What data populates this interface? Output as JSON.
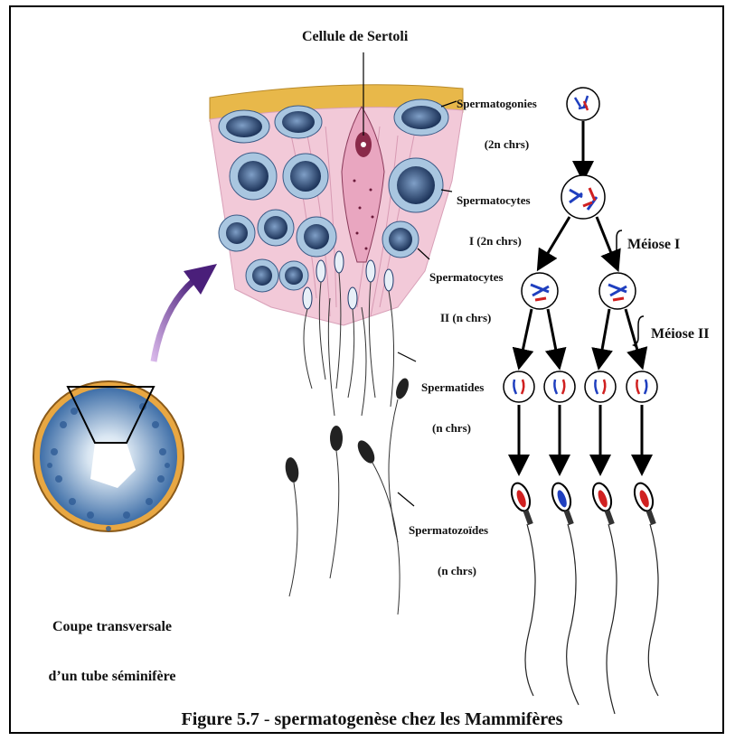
{
  "labels": {
    "sertoli": "Cellule de Sertoli",
    "spermatogonies_1": "Spermatogonies",
    "spermatogonies_2": "(2n chrs)",
    "spermatocytes1_1": "Spermatocytes",
    "spermatocytes1_2": "I (2n chrs)",
    "spermatocytes2_1": "Spermatocytes",
    "spermatocytes2_2": "II (n chrs)",
    "spermatides_1": "Spermatides",
    "spermatides_2": "(n chrs)",
    "spermatozoides_1": "Spermatozoïdes",
    "spermatozoides_2": "(n chrs)",
    "meiose1": "Méiose I",
    "meiose2": "Méiose II",
    "coupe_1": "Coupe transversale",
    "coupe_2": "d’un tube séminifère"
  },
  "caption": {
    "number": "Figure 5.7",
    "sep": " - ",
    "text": "spermatogenèse chez les Mammifères"
  },
  "colors": {
    "membrane": "#e8b84a",
    "tissue": "#f2c9d8",
    "nucleus": "#1f3a6b",
    "cell": "#a9c6e0",
    "chromosome_blue": "#1f3fbf",
    "chromosome_red": "#d02020",
    "arrow": "#6a2c9a"
  }
}
